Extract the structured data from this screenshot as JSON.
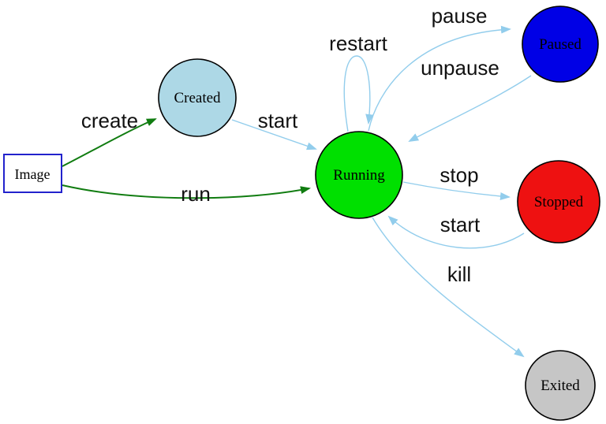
{
  "palette": {
    "edge_blue": "#92cdec",
    "edge_green": "#107c10",
    "label_text": "#111111",
    "node_border": "#000000"
  },
  "nodes": {
    "image": {
      "label": "Image",
      "fill": "#ffffff",
      "border": "#2222cc",
      "shape": "rectangle"
    },
    "created": {
      "label": "Created",
      "fill": "#add8e6",
      "border": "#000000",
      "shape": "circle"
    },
    "running": {
      "label": "Running",
      "fill": "#00e000",
      "border": "#000000",
      "shape": "circle"
    },
    "paused": {
      "label": "Paused",
      "fill": "#0000e6",
      "border": "#000000",
      "shape": "circle"
    },
    "stopped": {
      "label": "Stopped",
      "fill": "#ee1111",
      "border": "#000000",
      "shape": "circle"
    },
    "exited": {
      "label": "Exited",
      "fill": "#c6c6c6",
      "border": "#000000",
      "shape": "circle"
    }
  },
  "edges": {
    "create": {
      "label": "create",
      "from": "image",
      "to": "created",
      "color": "green"
    },
    "run": {
      "label": "run",
      "from": "image",
      "to": "running",
      "color": "green"
    },
    "start_from_created": {
      "label": "start",
      "from": "created",
      "to": "running",
      "color": "blue"
    },
    "restart": {
      "label": "restart",
      "from": "running",
      "to": "running",
      "color": "blue"
    },
    "pause": {
      "label": "pause",
      "from": "running",
      "to": "paused",
      "color": "blue"
    },
    "unpause": {
      "label": "unpause",
      "from": "paused",
      "to": "running",
      "color": "blue"
    },
    "stop": {
      "label": "stop",
      "from": "running",
      "to": "stopped",
      "color": "blue"
    },
    "start_from_stopped": {
      "label": "start",
      "from": "stopped",
      "to": "running",
      "color": "blue"
    },
    "kill": {
      "label": "kill",
      "from": "running",
      "to": "exited",
      "color": "blue"
    }
  }
}
